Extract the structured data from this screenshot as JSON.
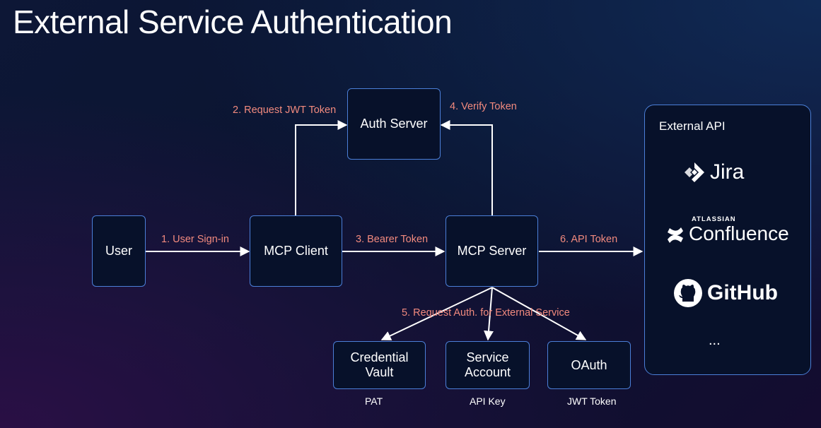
{
  "title": "External Service Authentication",
  "nodes": {
    "user": "User",
    "mcp_client": "MCP Client",
    "auth_server": "Auth Server",
    "mcp_server": "MCP Server",
    "credential_vault": "Credential\nVault",
    "service_account": "Service\nAccount",
    "oauth": "OAuth"
  },
  "edges": {
    "e1": "1. User Sign-in",
    "e2": "2. Request JWT Token",
    "e3": "3. Bearer Token",
    "e4": "4. Verify Token",
    "e5": "5. Request Auth. for External Service",
    "e6": "6. API Token"
  },
  "captions": {
    "credential_vault": "PAT",
    "service_account": "API Key",
    "oauth": "JWT Token"
  },
  "external_api": {
    "title": "External API",
    "services": [
      {
        "name": "Jira",
        "icon": "jira-icon"
      },
      {
        "name": "Confluence",
        "brand": "ATLASSIAN",
        "icon": "confluence-icon"
      },
      {
        "name": "GitHub",
        "icon": "github-icon"
      }
    ],
    "more": "..."
  },
  "colors": {
    "box_border": "#4b7fd8",
    "edge_label": "#f28a7e",
    "arrow": "#ffffff"
  }
}
